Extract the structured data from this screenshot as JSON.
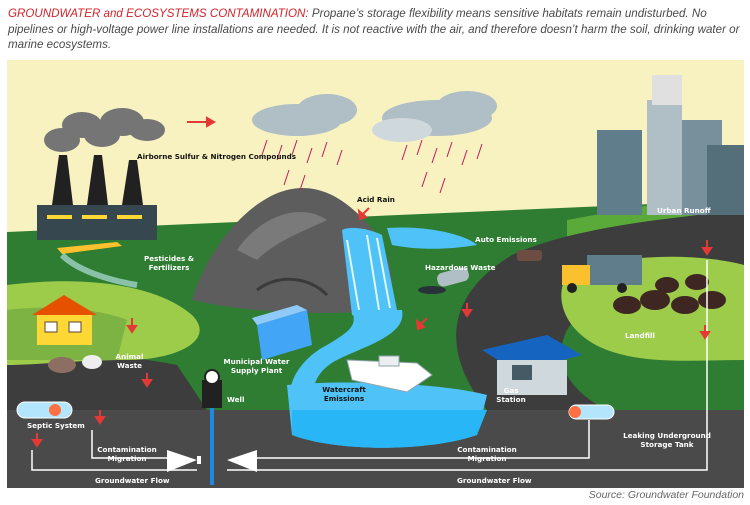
{
  "caption": {
    "heading": "GROUNDWATER and ECOSYSTEMS CONTAMINATION:",
    "body": "Propane’s storage flexibility means sensitive habitats remain undisturbed. No pipelines or high-voltage power line installations are needed.  It is not reactive with the air, and therefore doesn’t harm the soil, drinking water or marine ecosystems."
  },
  "labels": {
    "airborne": "Airborne Sulfur & Nitrogen Compounds",
    "acid_rain": "Acid Rain",
    "urban_runoff": "Urban Runoff",
    "auto_emissions": "Auto Emissions",
    "pesticides": "Pesticides & Fertilizers",
    "hazardous_waste": "Hazardous Waste",
    "animal_waste": "Animal Waste",
    "landfill": "Landfill",
    "municipal": "Municipal Water Supply Plant",
    "watercraft": "Watercraft Emissions",
    "gas_station": "Gas Station",
    "well": "Well",
    "septic": "Septic System",
    "leaking_tank": "Leaking Underground Storage Tank",
    "contam_left": "Contamination Migration",
    "contam_right": "Contamination Migration",
    "gw_left": "Groundwater Flow",
    "gw_right": "Groundwater Flow"
  },
  "colors": {
    "grass": "#6db33f",
    "dark_green": "#2e7d32",
    "road": "#3d3d3d",
    "water": "#4fc3f7",
    "underground": "#4a4a4a",
    "sky": "#f7f2c0",
    "arrow_red": "#e53935"
  },
  "source": "Source:  Groundwater Foundation"
}
